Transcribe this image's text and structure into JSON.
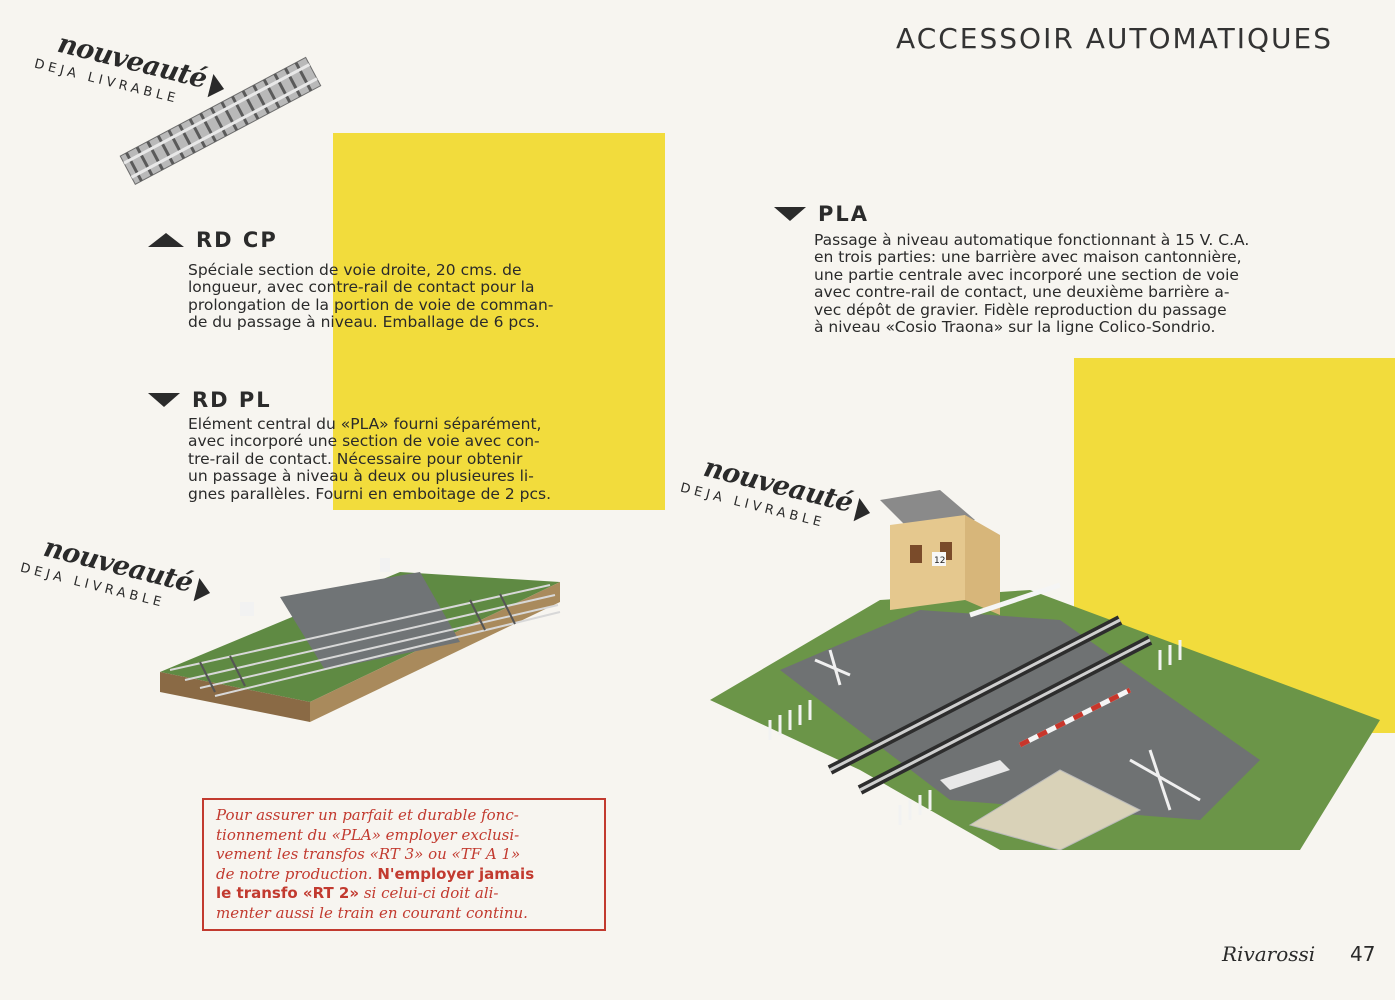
{
  "header": {
    "title": "ACCESSOIR AUTOMATIQUES"
  },
  "badges": {
    "nouveaute": "nouveauté",
    "deja": "DEJA LIVRABLE"
  },
  "products": {
    "rdcp": {
      "code": "RD CP",
      "lines": [
        "Spéciale section de voie droite, 20 cms. de",
        "longueur, avec contre-rail de contact pour la",
        "prolongation de la portion de voie de comman-",
        "de du passage à niveau. Emballage de 6 pcs."
      ]
    },
    "rdpl": {
      "code": "RD PL",
      "lines": [
        "Elément central du «PLA» fourni séparément,",
        "avec incorporé une section de voie avec con-",
        "tre-rail de contact. Nécessaire pour obtenir",
        "un passage à niveau à deux ou plusieures li-",
        "gnes parallèles. Fourni en emboitage de 2 pcs."
      ]
    },
    "pla": {
      "code": "PLA",
      "lines": [
        "Passage à niveau automatique fonctionnant à 15 V. C.A.",
        "en trois parties: une barrière avec maison cantonnière,",
        "une partie centrale avec incorporé une section de voie",
        "avec contre-rail de contact, une deuxième barrière a-",
        "vec dépôt de gravier. Fidèle reproduction du passage",
        "à niveau «Cosio Traona» sur la ligne Colico-Sondrio."
      ]
    }
  },
  "note": {
    "lines": [
      "Pour assurer un parfait et durable fonc-",
      "tionnement du «PLA» employer exclusi-",
      "vement les transfos «RT 3» ou «TF A 1»",
      "de notre production."
    ],
    "bold1": "N'employer jamais",
    "bold2": "le transfo «RT 2»",
    "tail1": "si celui-ci doit ali-",
    "tail2": "menter aussi le train en courant continu."
  },
  "footer": {
    "brand": "Rivarossi",
    "page": "47"
  },
  "house_sign": "12"
}
